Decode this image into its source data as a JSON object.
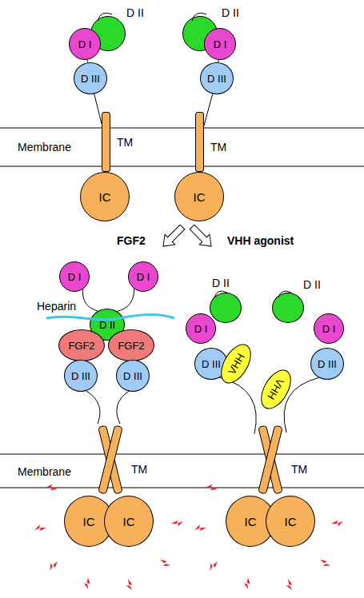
{
  "diagram": {
    "nodes": [
      {
        "text": [
          "D II"
        ]
      },
      {
        "text": [
          "D I"
        ]
      },
      {
        "text": [
          "D III"
        ]
      },
      {
        "text": [
          "TM"
        ]
      },
      {
        "text": [
          "IC"
        ]
      },
      {
        "text": [
          "D II"
        ]
      },
      {
        "text": [
          "D I"
        ]
      },
      {
        "text": [
          "D III"
        ]
      },
      {
        "text": [
          "TM"
        ]
      },
      {
        "text": [
          "IC"
        ]
      },
      {
        "text": [
          "D I"
        ]
      },
      {
        "text": [
          "D I"
        ]
      },
      {
        "text": [
          "D II"
        ]
      },
      {
        "text": [
          "FGF2"
        ]
      },
      {
        "text": [
          "FGF2"
        ]
      },
      {
        "text": [
          "D III"
        ]
      },
      {
        "text": [
          "D III"
        ]
      },
      {
        "text": [
          "TM"
        ]
      },
      {
        "text": [
          "IC"
        ]
      },
      {
        "text": [
          "IC"
        ]
      },
      {
        "text": [
          "D II"
        ]
      },
      {
        "text": [
          "D II"
        ]
      },
      {
        "text": [
          "D I"
        ]
      },
      {
        "text": [
          "D I"
        ]
      },
      {
        "text": [
          "D III"
        ]
      },
      {
        "text": [
          "VHH"
        ]
      },
      {
        "text": [
          "VHH"
        ]
      },
      {
        "text": [
          "D III"
        ]
      },
      {
        "text": [
          "TM"
        ]
      },
      {
        "text": [
          "IC"
        ]
      },
      {
        "text": [
          "IC"
        ]
      }
    ],
    "edges": [
      {
        "from": 1,
        "to": 2,
        "arrow": "none"
      },
      {
        "from": 2,
        "to": 3,
        "arrow": "none"
      },
      {
        "from": 6,
        "to": 7,
        "arrow": "none"
      },
      {
        "from": 7,
        "to": 8,
        "arrow": "none"
      },
      {
        "from": 10,
        "to": 12,
        "arrow": "none"
      },
      {
        "from": 11,
        "to": 12,
        "arrow": "none"
      },
      {
        "from": 15,
        "to": 17,
        "arrow": "none"
      },
      {
        "from": 16,
        "to": 17,
        "arrow": "none"
      },
      {
        "from": 24,
        "to": 28,
        "arrow": "none"
      },
      {
        "from": 27,
        "to": 28,
        "arrow": "none"
      }
    ],
    "labels": [
      "Membrane",
      "FGF2",
      "VHH agonist",
      "Heparin",
      "Membrane"
    ]
  }
}
